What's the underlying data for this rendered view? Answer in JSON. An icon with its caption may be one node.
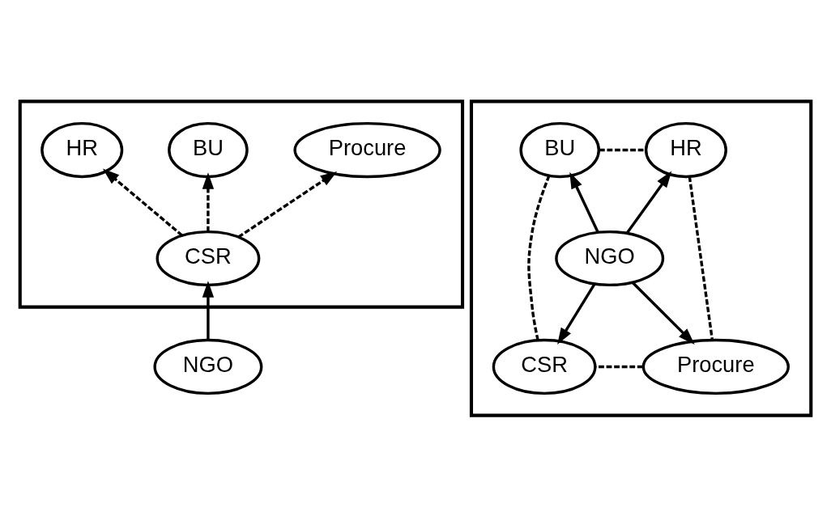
{
  "diagram": {
    "nodes": [
      {
        "text": [],
        "shape": "box"
      },
      {
        "text": [
          "BU"
        ],
        "in": 0
      },
      {
        "text": [
          "HR"
        ],
        "in": 0
      },
      {
        "text": [
          "Procure"
        ],
        "in": 0
      },
      {
        "text": [
          "CSR"
        ],
        "in": 0
      },
      {
        "text": [
          "NGO"
        ]
      },
      {
        "text": [],
        "shape": "box"
      },
      {
        "text": [
          "BU"
        ],
        "in": 6
      },
      {
        "text": [
          "HR"
        ],
        "in": 6
      },
      {
        "text": [
          "NGO"
        ],
        "in": 6
      },
      {
        "text": [
          "CSR"
        ],
        "in": 6
      },
      {
        "text": [
          "Procure"
        ],
        "in": 6
      }
    ],
    "edges": [
      {
        "from": 4,
        "to": 2,
        "arrow": "to",
        "style": "dashed"
      },
      {
        "from": 4,
        "to": 1,
        "arrow": "to",
        "style": "dashed"
      },
      {
        "from": 4,
        "to": 3,
        "arrow": "to",
        "style": "dashed"
      },
      {
        "from": 5,
        "to": 4,
        "arrow": "to"
      },
      {
        "from": 9,
        "to": 7,
        "arrow": "to"
      },
      {
        "from": 9,
        "to": 8,
        "arrow": "to"
      },
      {
        "from": 9,
        "to": 10,
        "arrow": "to"
      },
      {
        "from": 9,
        "to": 11,
        "arrow": "to"
      },
      {
        "from": 7,
        "to": 8,
        "arrow": "none",
        "style": "dashed"
      },
      {
        "from": 8,
        "to": 11,
        "arrow": "none",
        "style": "dashed"
      },
      {
        "from": 11,
        "to": 10,
        "arrow": "none",
        "style": "dashed"
      },
      {
        "from": 10,
        "to": 7,
        "arrow": "none",
        "style": "dashed"
      }
    ]
  }
}
